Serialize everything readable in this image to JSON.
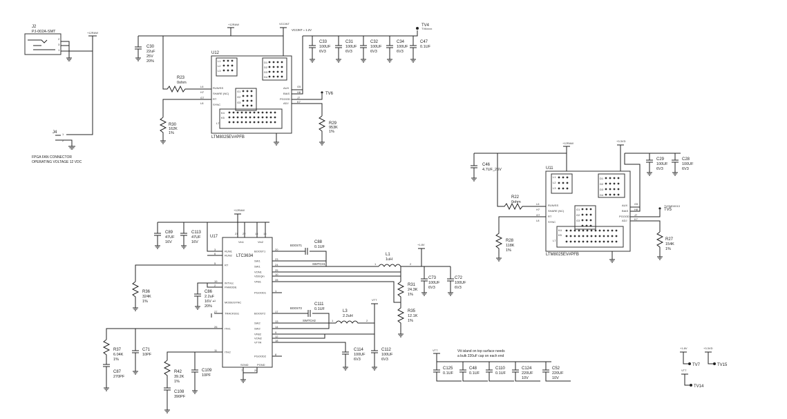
{
  "left_block": {
    "conn_ref": "J2",
    "conn_part": "PJ-002A-SMT",
    "conn_pins": [
      "2",
      "3",
      "1"
    ],
    "supply": "+12RAW",
    "fan_ref": "J4",
    "fan_pins": [
      "1",
      "2"
    ],
    "fan_note_1": "FPGA FAN CONNECTOR",
    "fan_note_2": "OPERATING VOLTAGE 12 VDC"
  },
  "u12_block": {
    "supply_in": "+12RAW",
    "supply_out": "VCCINT",
    "vccint_label": "VCCINT = 1.2V",
    "tp_ref": "TV4",
    "tp_sub": "TV6xxxx",
    "chip_ref": "U12",
    "chip_part": "LTM8025EV#PFB",
    "pin_left": [
      "L6",
      "H7",
      "G7",
      "L8"
    ],
    "sig_left": [
      "RUN/SS",
      "SHARE (NC)",
      "RT",
      "SYNC"
    ],
    "pin_right": [
      "G5",
      "H8",
      "J7",
      "K7"
    ],
    "sig_right": [
      "AUX",
      "BIAS",
      "PGOOD",
      "ADJ"
    ],
    "tv6": "TV6",
    "caps_in": [
      {
        "ref": "C30",
        "v1": "22uF",
        "v2": "25V",
        "v3": "20%"
      }
    ],
    "caps_out": [
      {
        "ref": "C33",
        "v1": "100UF",
        "v2": "6V3"
      },
      {
        "ref": "C31",
        "v1": "100UF",
        "v2": "6V3"
      },
      {
        "ref": "C32",
        "v1": "100UF",
        "v2": "6V3"
      },
      {
        "ref": "C34",
        "v1": "100UF",
        "v2": "6V3"
      },
      {
        "ref": "C47",
        "v1": "0.1UF",
        "v2": ""
      }
    ],
    "r23": {
      "ref": "R23",
      "v1": "0ohm"
    },
    "r30": {
      "ref": "R30",
      "v1": "162K",
      "v2": "1%"
    },
    "r29": {
      "ref": "R29",
      "v1": "953K",
      "v2": "1%"
    }
  },
  "u11_block": {
    "supply_in": "+12RAW",
    "supply_out": "+3.3VD",
    "chip_ref": "U11",
    "chip_part": "LTM8025EV#PFB",
    "tv5": "TV5",
    "tv5_sub": "TVSMD0013",
    "pin_left": [
      "L6",
      "H7",
      "G7",
      "L8"
    ],
    "sig_left": [
      "RUN/SS",
      "SHARE (NC)",
      "RT",
      "SYNC"
    ],
    "pin_right": [
      "G5",
      "H8",
      "J7",
      "K7"
    ],
    "sig_right": [
      "AUX",
      "BIAS",
      "PGOOD",
      "ADJ"
    ],
    "c46": {
      "ref": "C46",
      "v1": "4.7UF_25V"
    },
    "c29": {
      "ref": "C29",
      "v1": "100UF",
      "v2": "6V3"
    },
    "c28": {
      "ref": "C28",
      "v1": "100UF",
      "v2": "6V3"
    },
    "r22": {
      "ref": "R22",
      "v1": "0ohm"
    },
    "r28": {
      "ref": "R28",
      "v1": "118K",
      "v2": "1%"
    },
    "r27": {
      "ref": "R27",
      "v1": "154K",
      "v2": "1%"
    }
  },
  "u17_block": {
    "supply": "+12RAW",
    "chip_ref": "U17",
    "chip_part": "LTC3634",
    "top_pins": [
      "21",
      "22",
      "15",
      "16"
    ],
    "top_sigs": [
      "Vin1",
      "Vin2"
    ],
    "left_pins": [
      {
        "n": "3",
        "s": "RUN1"
      },
      {
        "n": "6",
        "s": "RUN2"
      },
      {
        "n": "5",
        "s": "RT"
      },
      {
        "n": "19",
        "s": "INTVcc"
      },
      {
        "n": "2",
        "s": "PHMODE"
      },
      {
        "n": "1",
        "s": "MODE/SYNC"
      },
      {
        "n": "27",
        "s": "TRACKSS1"
      },
      {
        "n": "26",
        "s": "ITH1"
      },
      {
        "n": "11",
        "s": "ITH2"
      }
    ],
    "right_pins": [
      {
        "n": "20",
        "s": "BOOST1"
      },
      {
        "n": "23",
        "s": "SW1"
      },
      {
        "n": "24",
        "s": "SW1"
      },
      {
        "n": "25",
        "s": "VON1"
      },
      {
        "n": "10",
        "s": "VDDQin"
      },
      {
        "n": "28",
        "s": "VFB1"
      },
      {
        "n": "1",
        "s": "PGOOD1"
      },
      {
        "n": "17",
        "s": "BOOST2"
      },
      {
        "n": "13",
        "s": "SW2"
      },
      {
        "n": "14",
        "s": "SW2"
      },
      {
        "n": "9",
        "s": "VFB2"
      },
      {
        "n": "12",
        "s": "VON2"
      },
      {
        "n": "18",
        "s": "VTTR"
      },
      {
        "n": "8",
        "s": "PGOOD2"
      }
    ],
    "bot_pins": [
      "7",
      "29"
    ],
    "bot_sigs": [
      "SGND",
      "PGND"
    ],
    "net_boost1": "BOOST1",
    "net_switch1": "SWITCH1",
    "net_boost2": "BOOST2",
    "net_switch2": "SWITCH2",
    "rail_18": "+1.8V",
    "rail_vtt": "VTT",
    "c89": {
      "ref": "C89",
      "v1": "47UF",
      "v2": "16V"
    },
    "c113": {
      "ref": "C113",
      "v1": "47UF",
      "v2": "16V"
    },
    "c88": {
      "ref": "C88",
      "v1": "0.1UF"
    },
    "c111": {
      "ref": "C111",
      "v1": "0.1UF"
    },
    "l1": {
      "ref": "L1",
      "v1": "1uH",
      "p1": "1",
      "p2": "2"
    },
    "l3": {
      "ref": "L3",
      "v1": "2.2uH",
      "p1": "1",
      "p2": "2"
    },
    "r31": {
      "ref": "R31",
      "v1": "24.3K",
      "v2": "1%"
    },
    "r35": {
      "ref": "R35",
      "v1": "12.1K",
      "v2": "1%"
    },
    "c73": {
      "ref": "C73",
      "v1": "100UF",
      "v2": "6V3"
    },
    "c72": {
      "ref": "C72",
      "v1": "100UF",
      "v2": "6V3"
    },
    "r36": {
      "ref": "R36",
      "v1": "324K",
      "v2": "1%"
    },
    "c86": {
      "ref": "C86",
      "v1": "2.2uF",
      "v2": "16V +",
      "v3": "20%"
    },
    "r37": {
      "ref": "R37",
      "v1": "6.04K",
      "v2": "1%"
    },
    "c87": {
      "ref": "C87",
      "v1": "270PF"
    },
    "c71": {
      "ref": "C71",
      "v1": "10PF"
    },
    "r42": {
      "ref": "R42",
      "v1": "39.2K",
      "v2": "1%"
    },
    "c109": {
      "ref": "C109",
      "v1": "10PF"
    },
    "c108": {
      "ref": "C108",
      "v1": "390PF"
    },
    "c114": {
      "ref": "C114",
      "v1": "100UF",
      "v2": "6V3"
    },
    "c112": {
      "ref": "C112",
      "v1": "100UF",
      "v2": "6V3"
    }
  },
  "vtt_block": {
    "rail": "VTT",
    "note_1": "Vtt island on top surface needs",
    "note_2": "a bulk 220uF cap on each end",
    "caps": [
      {
        "ref": "C125",
        "v1": "0.1UF"
      },
      {
        "ref": "C48",
        "v1": "0.1UF"
      },
      {
        "ref": "C110",
        "v1": "0.1UF"
      },
      {
        "ref": "C124",
        "v1": "220UF",
        "v2": "10V"
      },
      {
        "ref": "C52",
        "v1": "220UF",
        "v2": "10V"
      }
    ]
  },
  "testpoints": {
    "tv7_rail": "+1.8V",
    "tv7": "TV7",
    "tv15_rail": "+3.3VD",
    "tv15": "TV15",
    "tv14_rail": "VTT",
    "tv14": "TV14"
  },
  "bga_rows": [
    "L1",
    "L2",
    "L3",
    "D1",
    "D2",
    "D3",
    "D4",
    "G1",
    "G2",
    "G3",
    "K4",
    "K5",
    "L7"
  ]
}
